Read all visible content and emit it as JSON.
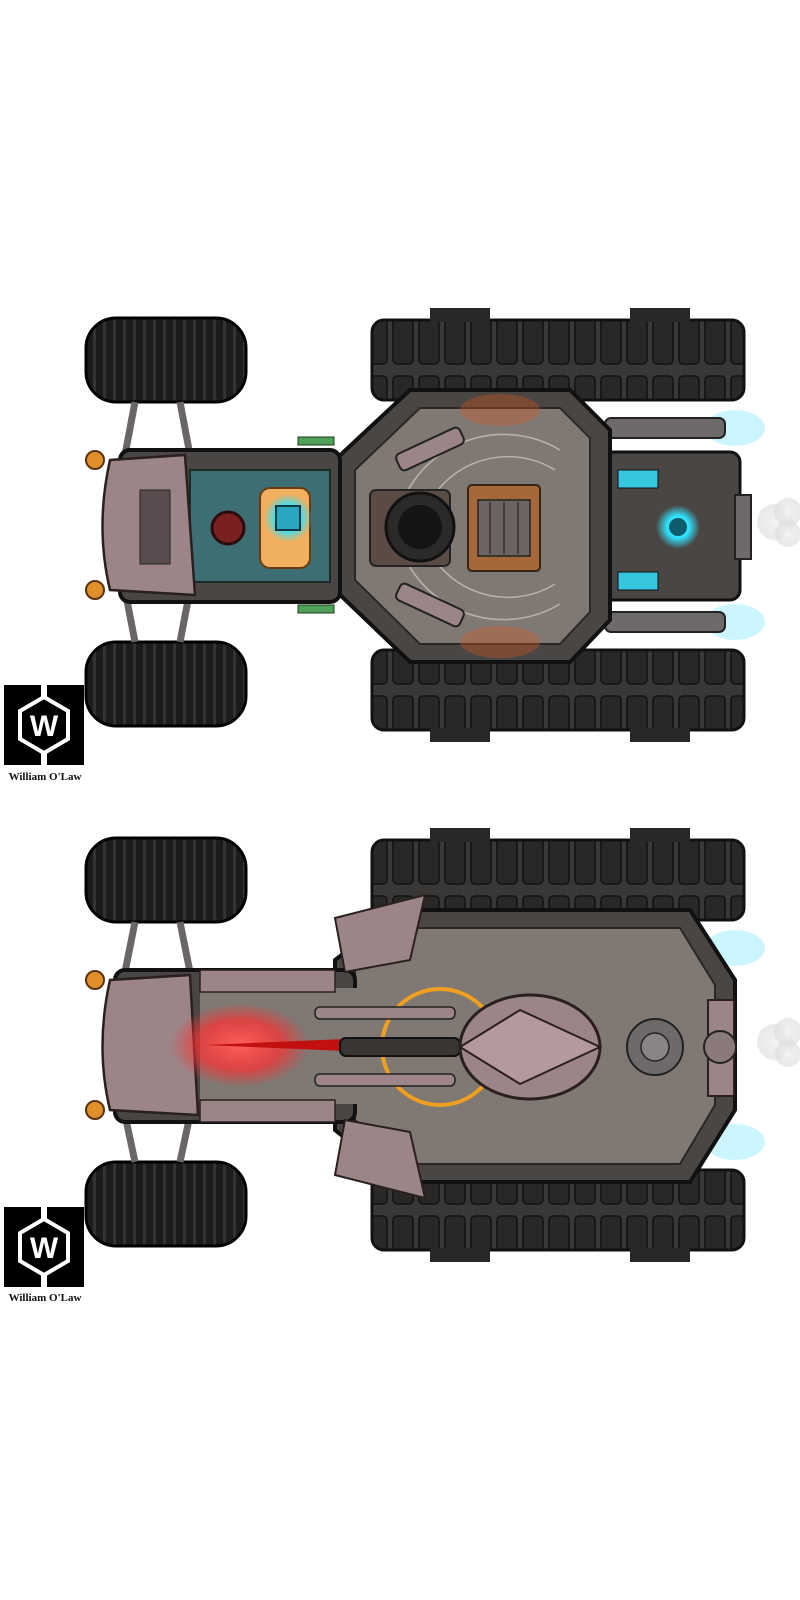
{
  "watermark": {
    "author": "William O'Law",
    "mark_letter": "W"
  },
  "maps": [
    {
      "view": "interior-deck",
      "icons": [
        "tank-tread-icon",
        "wheel-icon",
        "lantern-icon",
        "engine-core-icon",
        "turret-hatch-icon",
        "cannon-icon",
        "exhaust-smoke-icon",
        "thruster-flame-icon"
      ]
    },
    {
      "view": "roof-exterior",
      "icons": [
        "tank-tread-icon",
        "wheel-icon",
        "lantern-icon",
        "main-gun-icon",
        "red-beam-icon",
        "exhaust-smoke-icon",
        "thruster-flame-icon"
      ]
    }
  ],
  "colors": {
    "tread": "#3a3836",
    "tire": "#1c1c1c",
    "hull": "#4a4643",
    "deck": "#807873",
    "armor": "#9b8587",
    "copper": "#a5683a",
    "cyan_glow": "#2fe3ff",
    "red_glow": "#ff3030",
    "orange_ring": "#f0a020",
    "smoke": "#eeeeee",
    "thruster": "#7fe8ff"
  }
}
